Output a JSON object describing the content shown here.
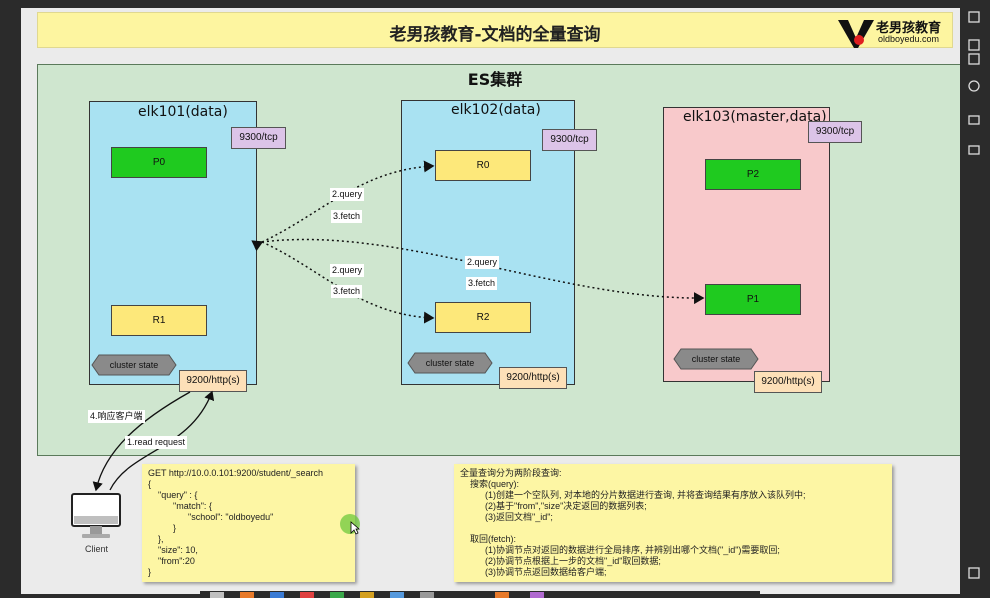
{
  "header": {
    "title": "老男孩教育-文档的全量查询",
    "logo_cn": "老男孩教育",
    "logo_en": "oldboyedu.com"
  },
  "cluster": {
    "title": "ES集群",
    "nodes": [
      {
        "name": "elk101(data)",
        "tcp_port": "9300/tcp",
        "http_port": "9200/http(s)",
        "shards": [
          {
            "label": "P0",
            "kind": "primary"
          },
          {
            "label": "R1",
            "kind": "replica"
          }
        ],
        "state": "cluster state"
      },
      {
        "name": "elk102(data)",
        "tcp_port": "9300/tcp",
        "http_port": "9200/http(s)",
        "shards": [
          {
            "label": "R0",
            "kind": "replica"
          },
          {
            "label": "R2",
            "kind": "replica"
          }
        ],
        "state": "cluster state"
      },
      {
        "name": "elk103(master,data)",
        "tcp_port": "9300/tcp",
        "http_port": "9200/http(s)",
        "shards": [
          {
            "label": "P2",
            "kind": "primary"
          },
          {
            "label": "P1",
            "kind": "primary"
          }
        ],
        "state": "cluster state"
      }
    ]
  },
  "flows": {
    "query": "2.query",
    "fetch": "3.fetch",
    "respond": "4.响应客户端",
    "read": "1.read request"
  },
  "client": {
    "label": "Client"
  },
  "request_note": {
    "lines": [
      "GET http://10.0.0.101:9200/student/_search",
      "{",
      "    \"query\" : {",
      "          \"match\": {",
      "                \"school\": \"oldboyedu\"",
      "          }",
      "    },",
      "    \"size\": 10,",
      "    \"from\":20",
      "}"
    ]
  },
  "explain_note": {
    "lines": [
      "全量查询分为两阶段查询:",
      "    搜索(query):",
      "          (1)创建一个空队列, 对本地的分片数据进行查询, 并将查询结果有序放入该队列中;",
      "          (2)基于\"from\",\"size\"决定返回的数据列表;",
      "          (3)返回文档\"_id\";",
      "",
      "    取回(fetch):",
      "          (1)协调节点对返回的数据进行全局排序, 并辨别出哪个文档(\"_id\")需要取回;",
      "          (2)协调节点根据上一步的文档\"_id\"取回数据;",
      "          (3)协调节点返回数据给客户端;"
    ]
  },
  "colors": {
    "cluster_bg": "#cfe6cf",
    "data_node": "#a9e2f2",
    "master_node": "#f8c9cb",
    "primary_shard": "#1fca1f",
    "replica_shard": "#fde87a",
    "tcp_port": "#dcc4e8",
    "http_port": "#fde0b8",
    "note": "#fdf6a4",
    "title_bar": "#fdf5a0"
  }
}
